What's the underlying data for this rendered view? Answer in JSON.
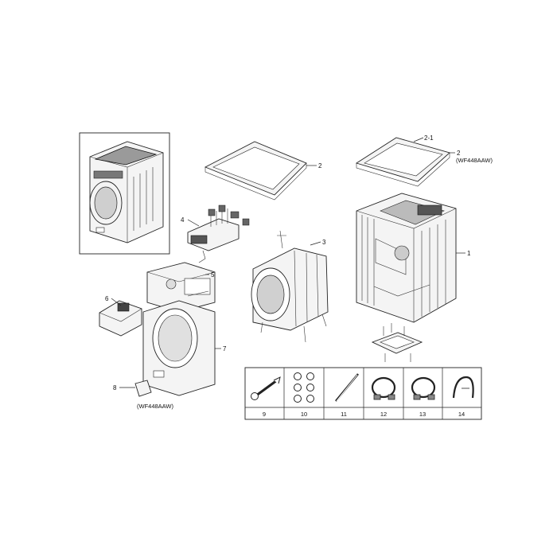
{
  "callouts": {
    "c1": "1",
    "c2": "2",
    "c2_1": "2-1",
    "c2b": "2",
    "c2b_note": "(WF448AAW)",
    "c3": "3",
    "c4": "4",
    "c5": "5",
    "c6": "6",
    "c7": "7",
    "c8": "8",
    "c8_note": "(WF448AAW)"
  },
  "accessories": {
    "items": [
      "9",
      "10",
      "11",
      "12",
      "13",
      "14"
    ]
  }
}
